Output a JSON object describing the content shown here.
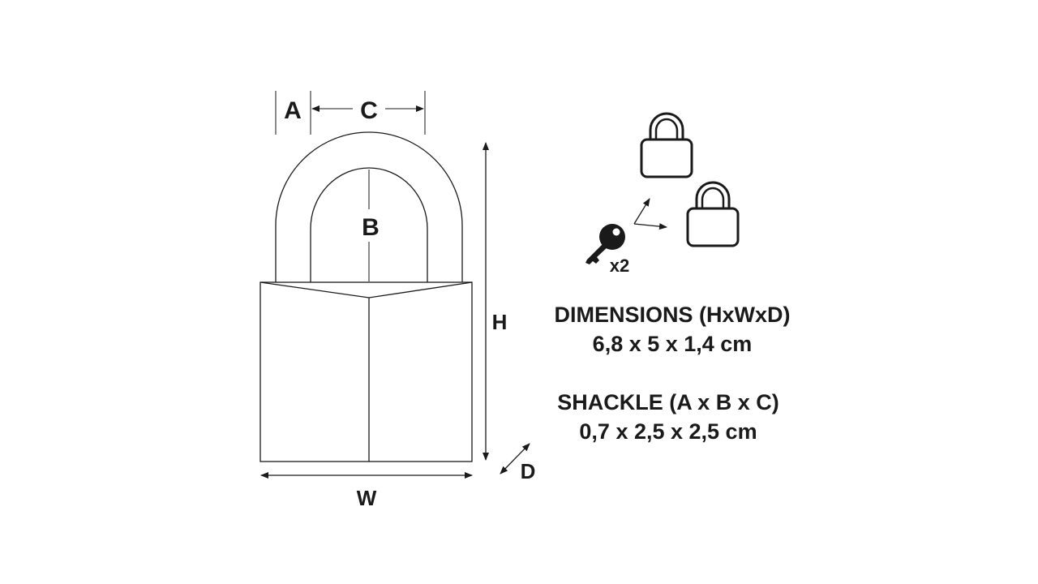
{
  "labels": {
    "a": "A",
    "b": "B",
    "c": "C",
    "h": "H",
    "w": "W",
    "d": "D"
  },
  "keys": {
    "count": "x2"
  },
  "specs": {
    "dimensions": {
      "heading": "DIMENSIONS (HxWxD)",
      "value": "6,8 x 5 x 1,4 cm"
    },
    "shackle": {
      "heading": "SHACKLE (A x B x C)",
      "value": "0,7 x 2,5 x 2,5 cm"
    }
  },
  "colors": {
    "ink": "#1a1a1a",
    "background": "#ffffff"
  },
  "icons": [
    "padlock-icon",
    "key-icon",
    "arrow-icon"
  ]
}
